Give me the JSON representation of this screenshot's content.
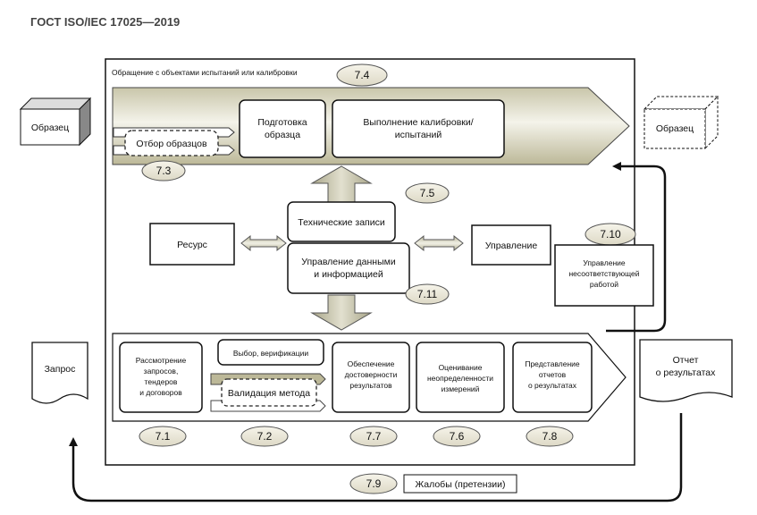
{
  "header": "ГОСТ ISO/IEC 17025—2019",
  "frame_title": "Обращение с объектами испытаний или калибровки",
  "refs": {
    "r74": "7.4",
    "r73": "7.3",
    "r75": "7.5",
    "r711": "7.11",
    "r710": "7.10",
    "r71": "7.1",
    "r72": "7.2",
    "r77": "7.7",
    "r76": "7.6",
    "r78": "7.8",
    "r79": "7.9"
  },
  "sample_in": "Образец",
  "sample_out": "Образец",
  "sampling": "Отбор образцов",
  "prep": [
    "Подготовка",
    "образца"
  ],
  "perform": [
    "Выполнение калибровки/",
    "испытаний"
  ],
  "tech_records": "Технические записи",
  "data_mgmt": [
    "Управление данными",
    "и информацией"
  ],
  "resource": "Ресурс",
  "management": "Управление",
  "nonconf": [
    "Управление",
    "несоответствующей",
    "работой"
  ],
  "request": "Запрос",
  "report": [
    "Отчет",
    "о результатах"
  ],
  "review": [
    "Рассмотрение",
    "запросов,",
    "тендеров",
    "и договоров"
  ],
  "selection": "Выбор, верификации",
  "validation": "Валидация метода",
  "assurance": [
    "Обеспечение",
    "достоверности",
    "результатов"
  ],
  "uncertainty": [
    "Оценивание",
    "неопределенности",
    "измерений"
  ],
  "reporting": [
    "Представление",
    "отчетов",
    "о результатах"
  ],
  "complaints": "Жалобы (претензии)"
}
